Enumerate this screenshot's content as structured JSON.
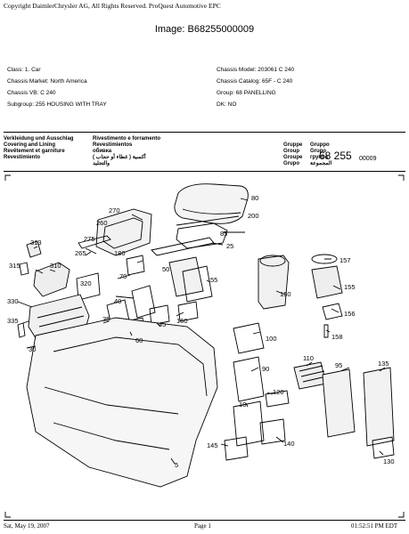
{
  "header": {
    "copyright": "Copyright DaimlerChrysler AG, All Rights Reserved. ProQuest Automotive EPC",
    "image_id": "Image: B68255000009"
  },
  "meta_left": {
    "class": "Class: 1. Car",
    "market": "Chassis Market: North America",
    "vb": "Chassis VB: C 240",
    "subgroup": "Subgroup: 255 HOUSING WITH TRAY"
  },
  "meta_right": {
    "model": "Chassis Model: 203061 C 240",
    "catalog": "Chassis Catalog: 65F - C 240",
    "group": "Group: 68 PANELLING",
    "dk": "DK: NO"
  },
  "titles": {
    "col1": [
      "Verkleidung und Ausschlag",
      "Covering and Lining",
      "Revêtement et garniture",
      "Revestimiento"
    ],
    "col2": [
      "Rivestimento e forramento",
      "Revestimientos",
      "обивка",
      "( غطاء أو حجاب )  أكسية",
      "والتجليد"
    ],
    "group_col1": [
      "Gruppe",
      "Group",
      "Groupe",
      "Grupo"
    ],
    "group_col2": [
      "Gruppo",
      "Grupo",
      "группа",
      "المجموعة"
    ],
    "group_number": "68 255",
    "page_code": "00009"
  },
  "callouts": [
    {
      "text": "80"
    },
    {
      "text": "270"
    },
    {
      "text": "200"
    },
    {
      "text": "260"
    },
    {
      "text": "85"
    },
    {
      "text": "313"
    },
    {
      "text": "275"
    },
    {
      "text": "265"
    },
    {
      "text": "180"
    },
    {
      "text": "25"
    },
    {
      "text": "315"
    },
    {
      "text": "310"
    },
    {
      "text": "50"
    },
    {
      "text": "157"
    },
    {
      "text": "70"
    },
    {
      "text": "320"
    },
    {
      "text": "55"
    },
    {
      "text": "330"
    },
    {
      "text": "40"
    },
    {
      "text": "150"
    },
    {
      "text": "155"
    },
    {
      "text": "335"
    },
    {
      "text": "160"
    },
    {
      "text": "156"
    },
    {
      "text": "35"
    },
    {
      "text": "45"
    },
    {
      "text": "100"
    },
    {
      "text": "30"
    },
    {
      "text": "60"
    },
    {
      "text": "158"
    },
    {
      "text": "110"
    },
    {
      "text": "90"
    },
    {
      "text": "95"
    },
    {
      "text": "135"
    },
    {
      "text": "120"
    },
    {
      "text": "10"
    },
    {
      "text": "145"
    },
    {
      "text": "140"
    },
    {
      "text": "130"
    },
    {
      "text": "5"
    }
  ],
  "footer": {
    "date": "Sat, May 19, 2007",
    "page": "Page 1",
    "time": "01:52:51 PM EDT"
  }
}
